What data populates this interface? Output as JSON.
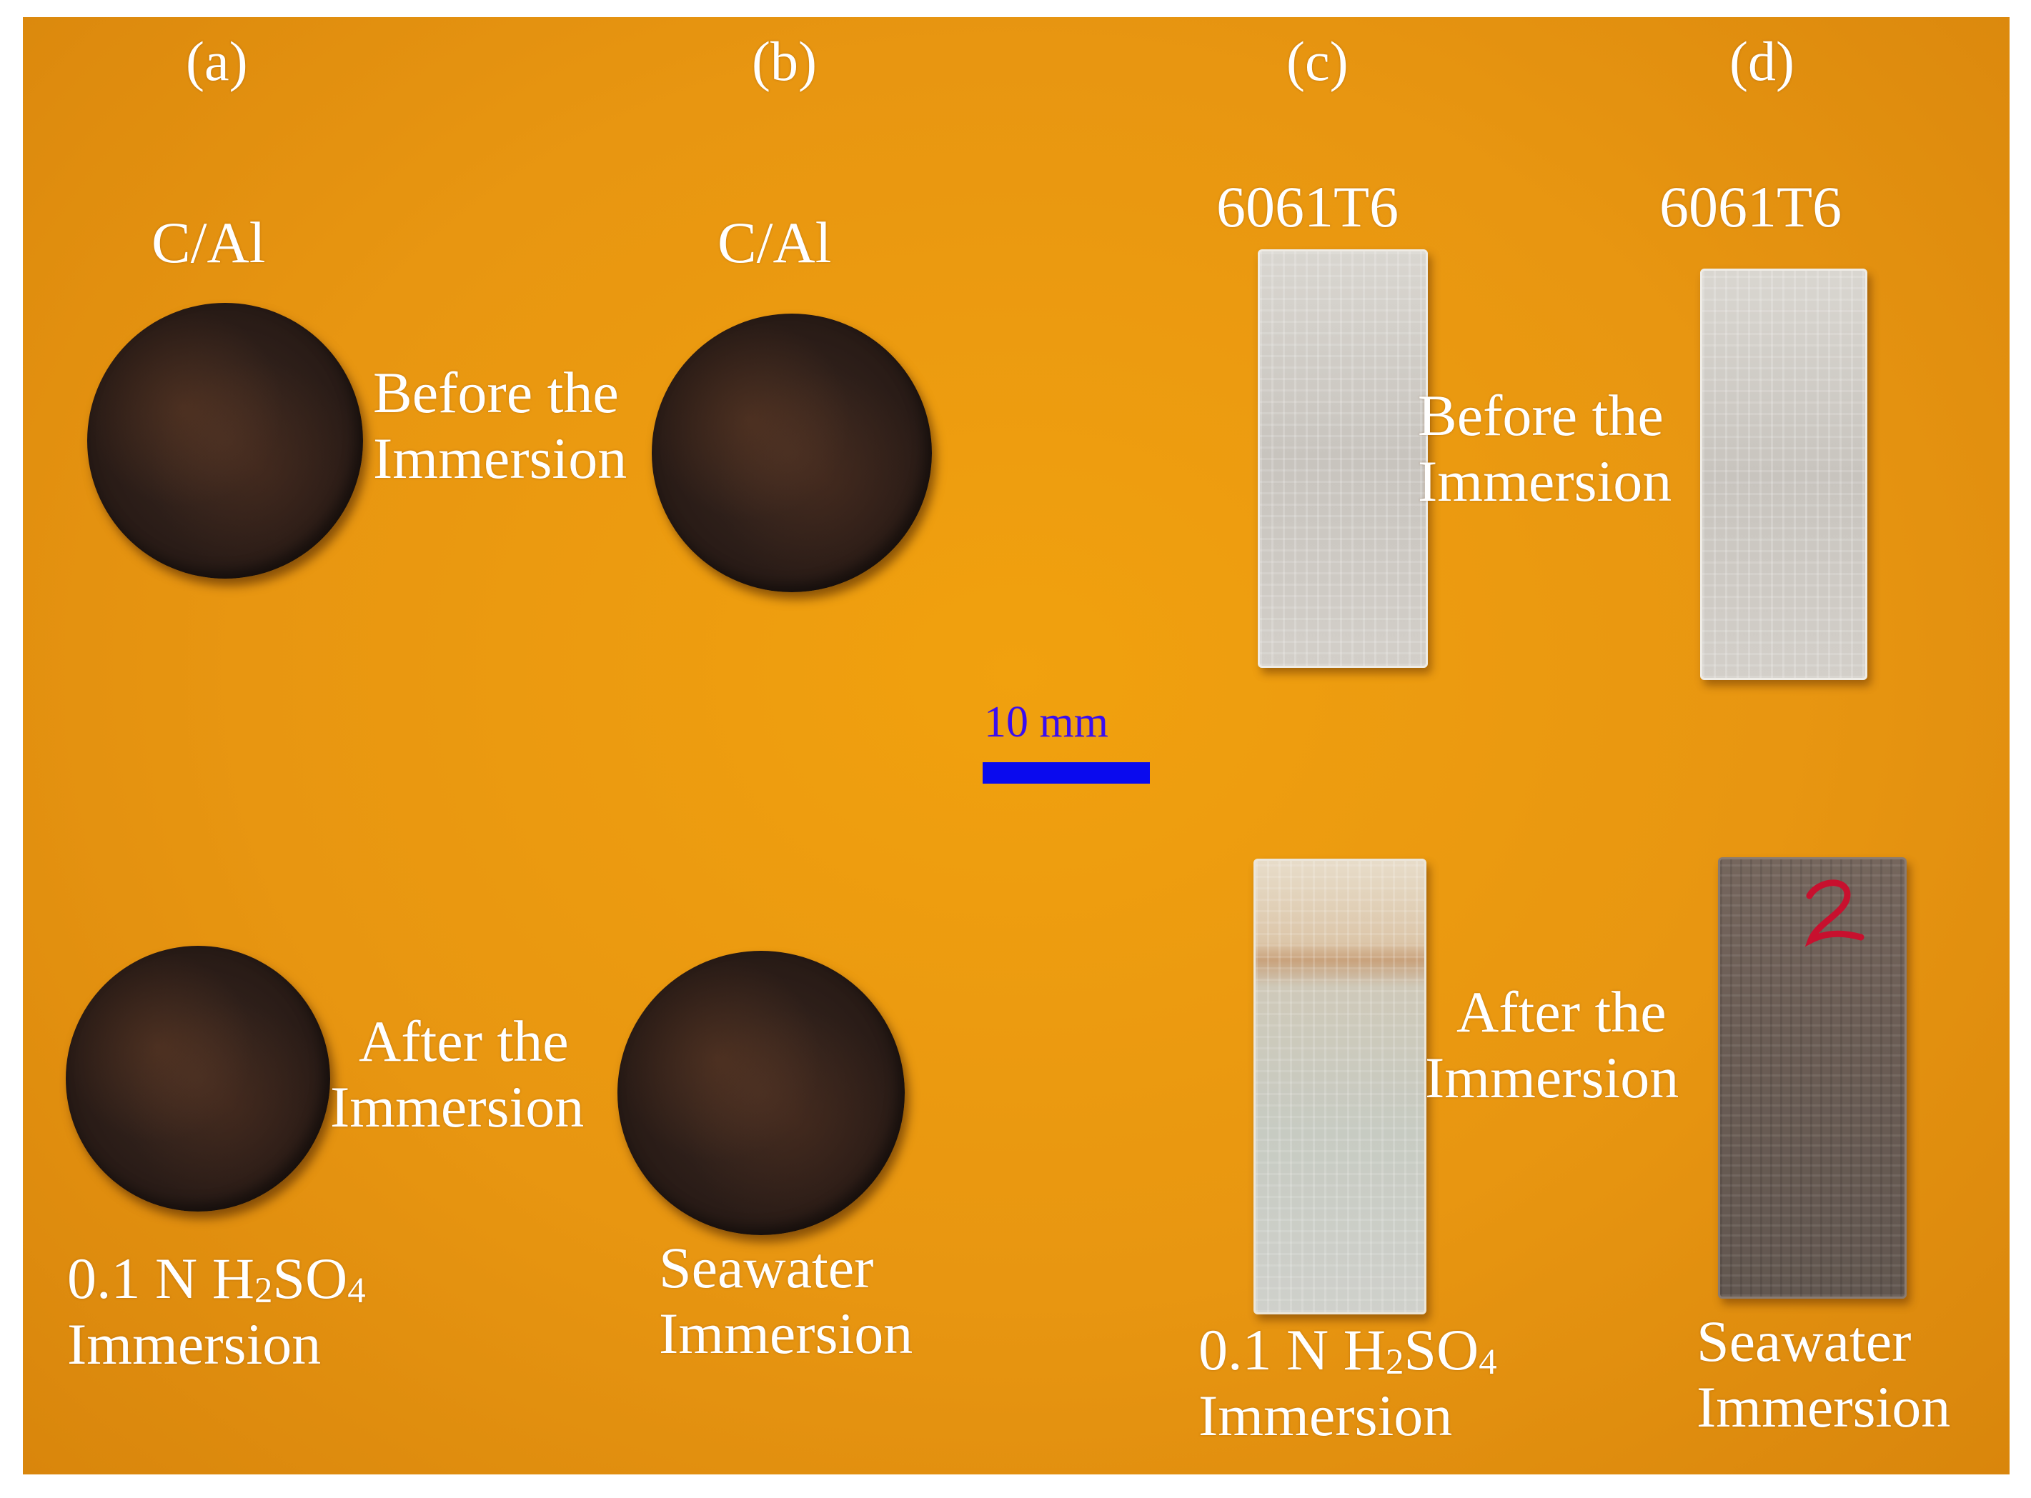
{
  "panels": {
    "a": "(a)",
    "b": "(b)",
    "c": "(c)",
    "d": "(d)"
  },
  "materials": {
    "composite": "C/Al",
    "alloy": "6061T6"
  },
  "conditions": {
    "before_line1": "Before the",
    "before_line2": "Immersion",
    "after_line1": "After the",
    "after_line2": "Immersion"
  },
  "media": {
    "acid_prefix": "0.1 N H",
    "acid_sub1": "2",
    "acid_mid": "SO",
    "acid_sub2": "4",
    "acid_line2": "Immersion",
    "seawater_line1": "Seawater",
    "seawater_line2": "Immersion"
  },
  "scale": {
    "label": "10 mm",
    "bar_color": "#0a0aee"
  },
  "colors": {
    "background": "#ea960f",
    "sample_dark": "#2a1c17",
    "alloy_clean": "#d0ccc6"
  }
}
